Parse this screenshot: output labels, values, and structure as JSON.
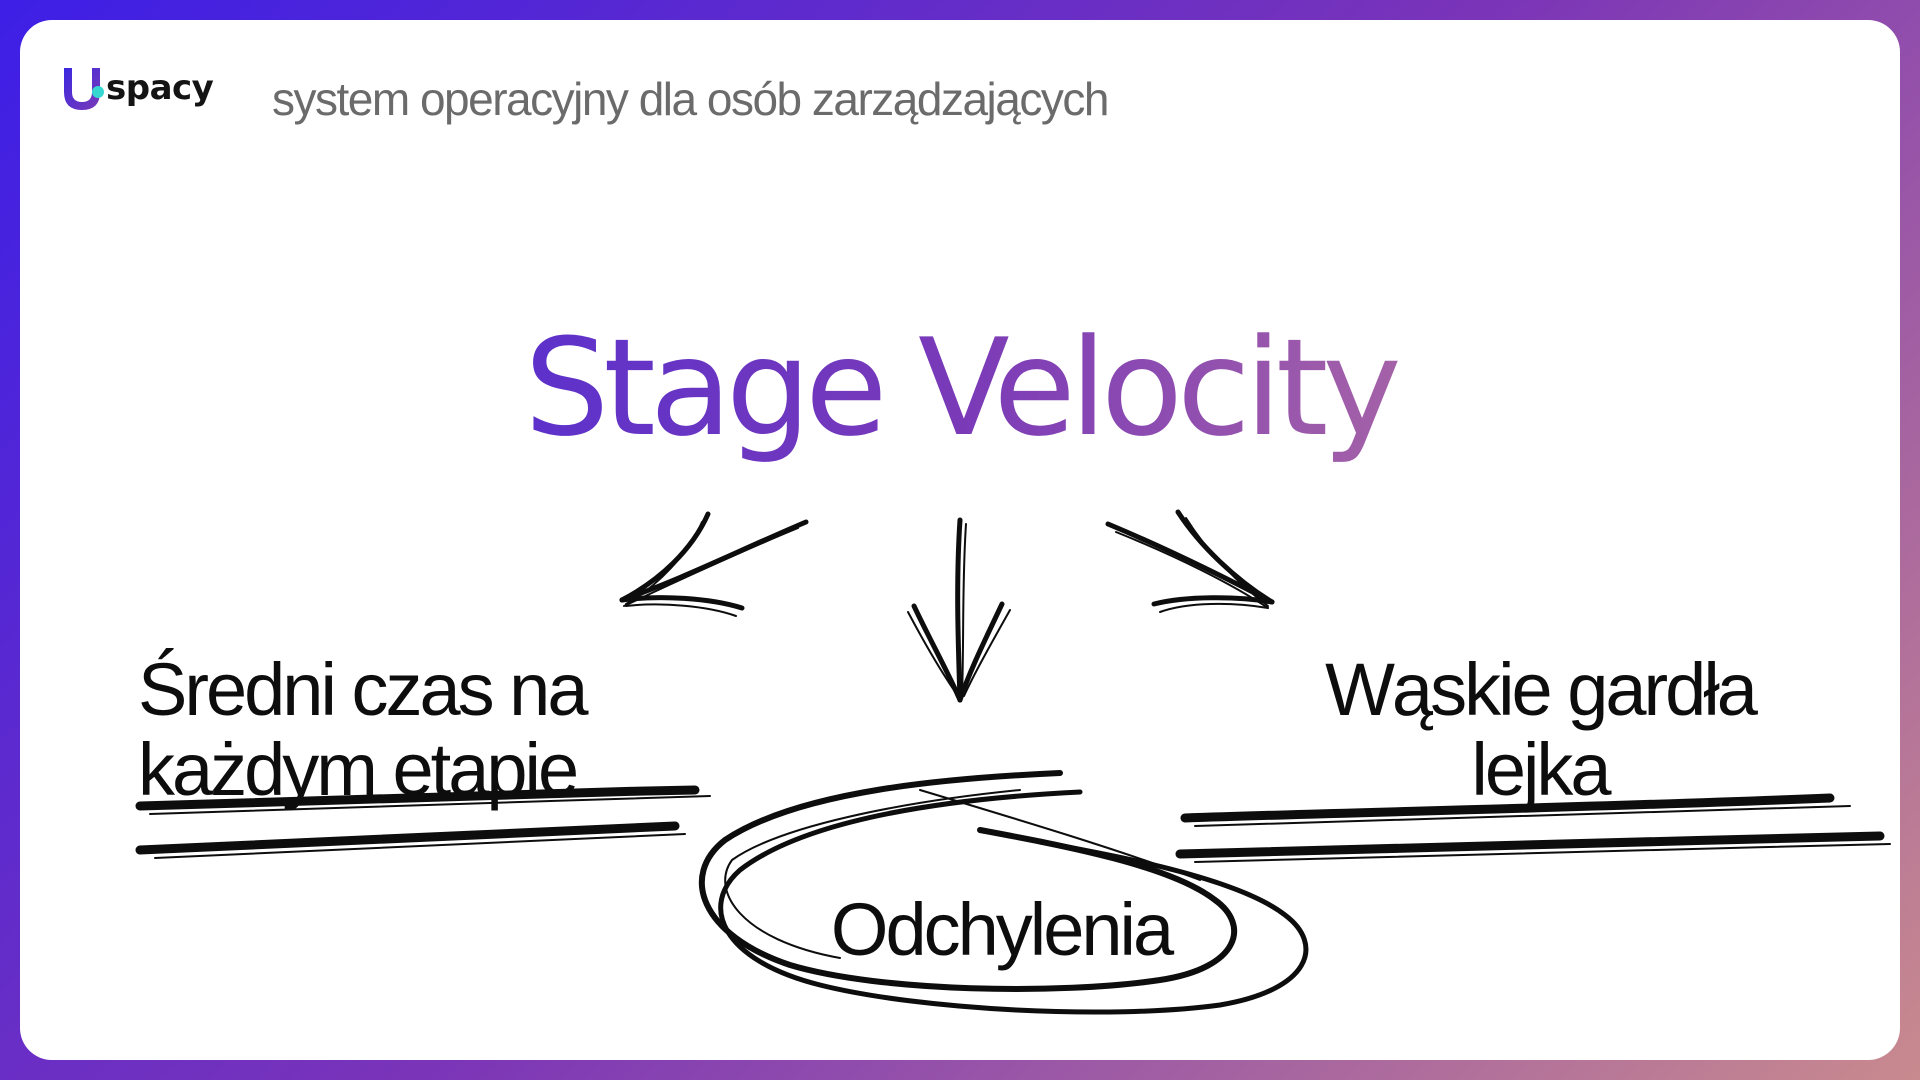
{
  "header": {
    "logo_text": "spacy",
    "logo_icon": "uspacy-logo-icon",
    "tagline": "system operacyjny dla osób zarządzających"
  },
  "diagram": {
    "title": "Stage Velocity",
    "branches": [
      {
        "id": "left",
        "lines": [
          "Średni czas na",
          "każdym etapie"
        ],
        "decoration": "double-underline"
      },
      {
        "id": "center",
        "lines": [
          "Odchylenia"
        ],
        "decoration": "circle"
      },
      {
        "id": "right",
        "lines": [
          "Wąskie gardła",
          "lejka"
        ],
        "decoration": "double-underline"
      }
    ],
    "connector_icon": "hand-drawn-arrow-icon"
  },
  "colors": {
    "gradient_start": "#3b28e0",
    "gradient_mid": "#7a3ab8",
    "gradient_end": "#d48f95",
    "ink": "#0d0d0d"
  }
}
